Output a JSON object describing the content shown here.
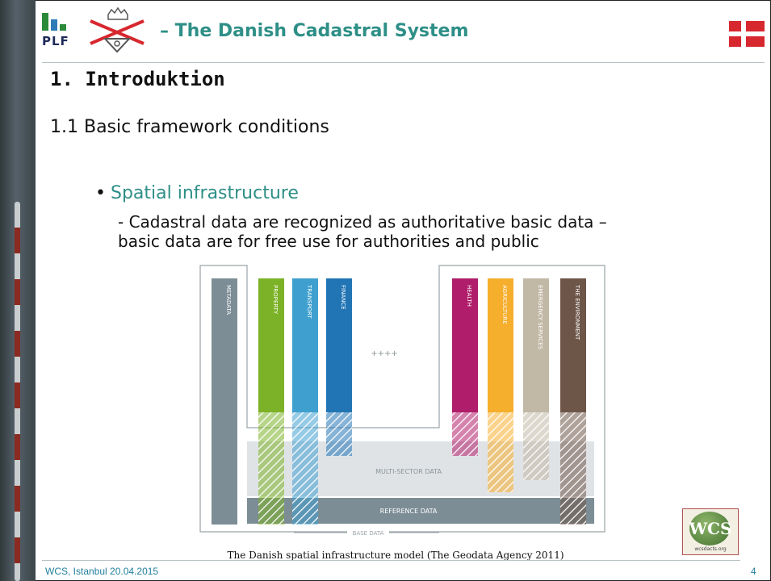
{
  "header": {
    "logo_text": "PLF",
    "title": "– The Danish Cadastral System",
    "flag_colors": {
      "red": "#d7282f",
      "white": "#ffffff"
    }
  },
  "heading": "1.   Introduktion",
  "subheading": "1.1  Basic framework conditions",
  "bullet": "Spatial infrastructure",
  "body_lines": [
    "- Cadastral data are recognized as authoritative basic data –",
    "  basic data are for free use for authorities and public"
  ],
  "diagram": {
    "columns": [
      {
        "label": "METADATA",
        "color": "#7d8d96"
      },
      {
        "label": "PROPERTY",
        "color": "#7cb227"
      },
      {
        "label": "TRANSPORT",
        "color": "#3fa0cf"
      },
      {
        "label": "FINANCE",
        "color": "#2275b5"
      },
      {
        "label": "HEALTH",
        "color": "#b01d6a"
      },
      {
        "label": "AGRICULTURE",
        "color": "#f6ae2d"
      },
      {
        "label": "EMERGENCY SERVICES",
        "color": "#c1b8a5"
      },
      {
        "label": "THE ENVIRONMENT",
        "color": "#6d5548"
      }
    ],
    "ellipsis": "++++",
    "multi_sector": "MULTI-SECTOR DATA",
    "reference": "REFERENCE DATA",
    "base": "BASE DATA"
  },
  "caption": "The Danish spatial infrastructure model (The Geodata Agency 2011)",
  "footer": "WCS, Istanbul 20.04.2015",
  "page_number": "4",
  "wcs_logo": {
    "text": "WCS",
    "sub": "wcsdacts.org"
  }
}
